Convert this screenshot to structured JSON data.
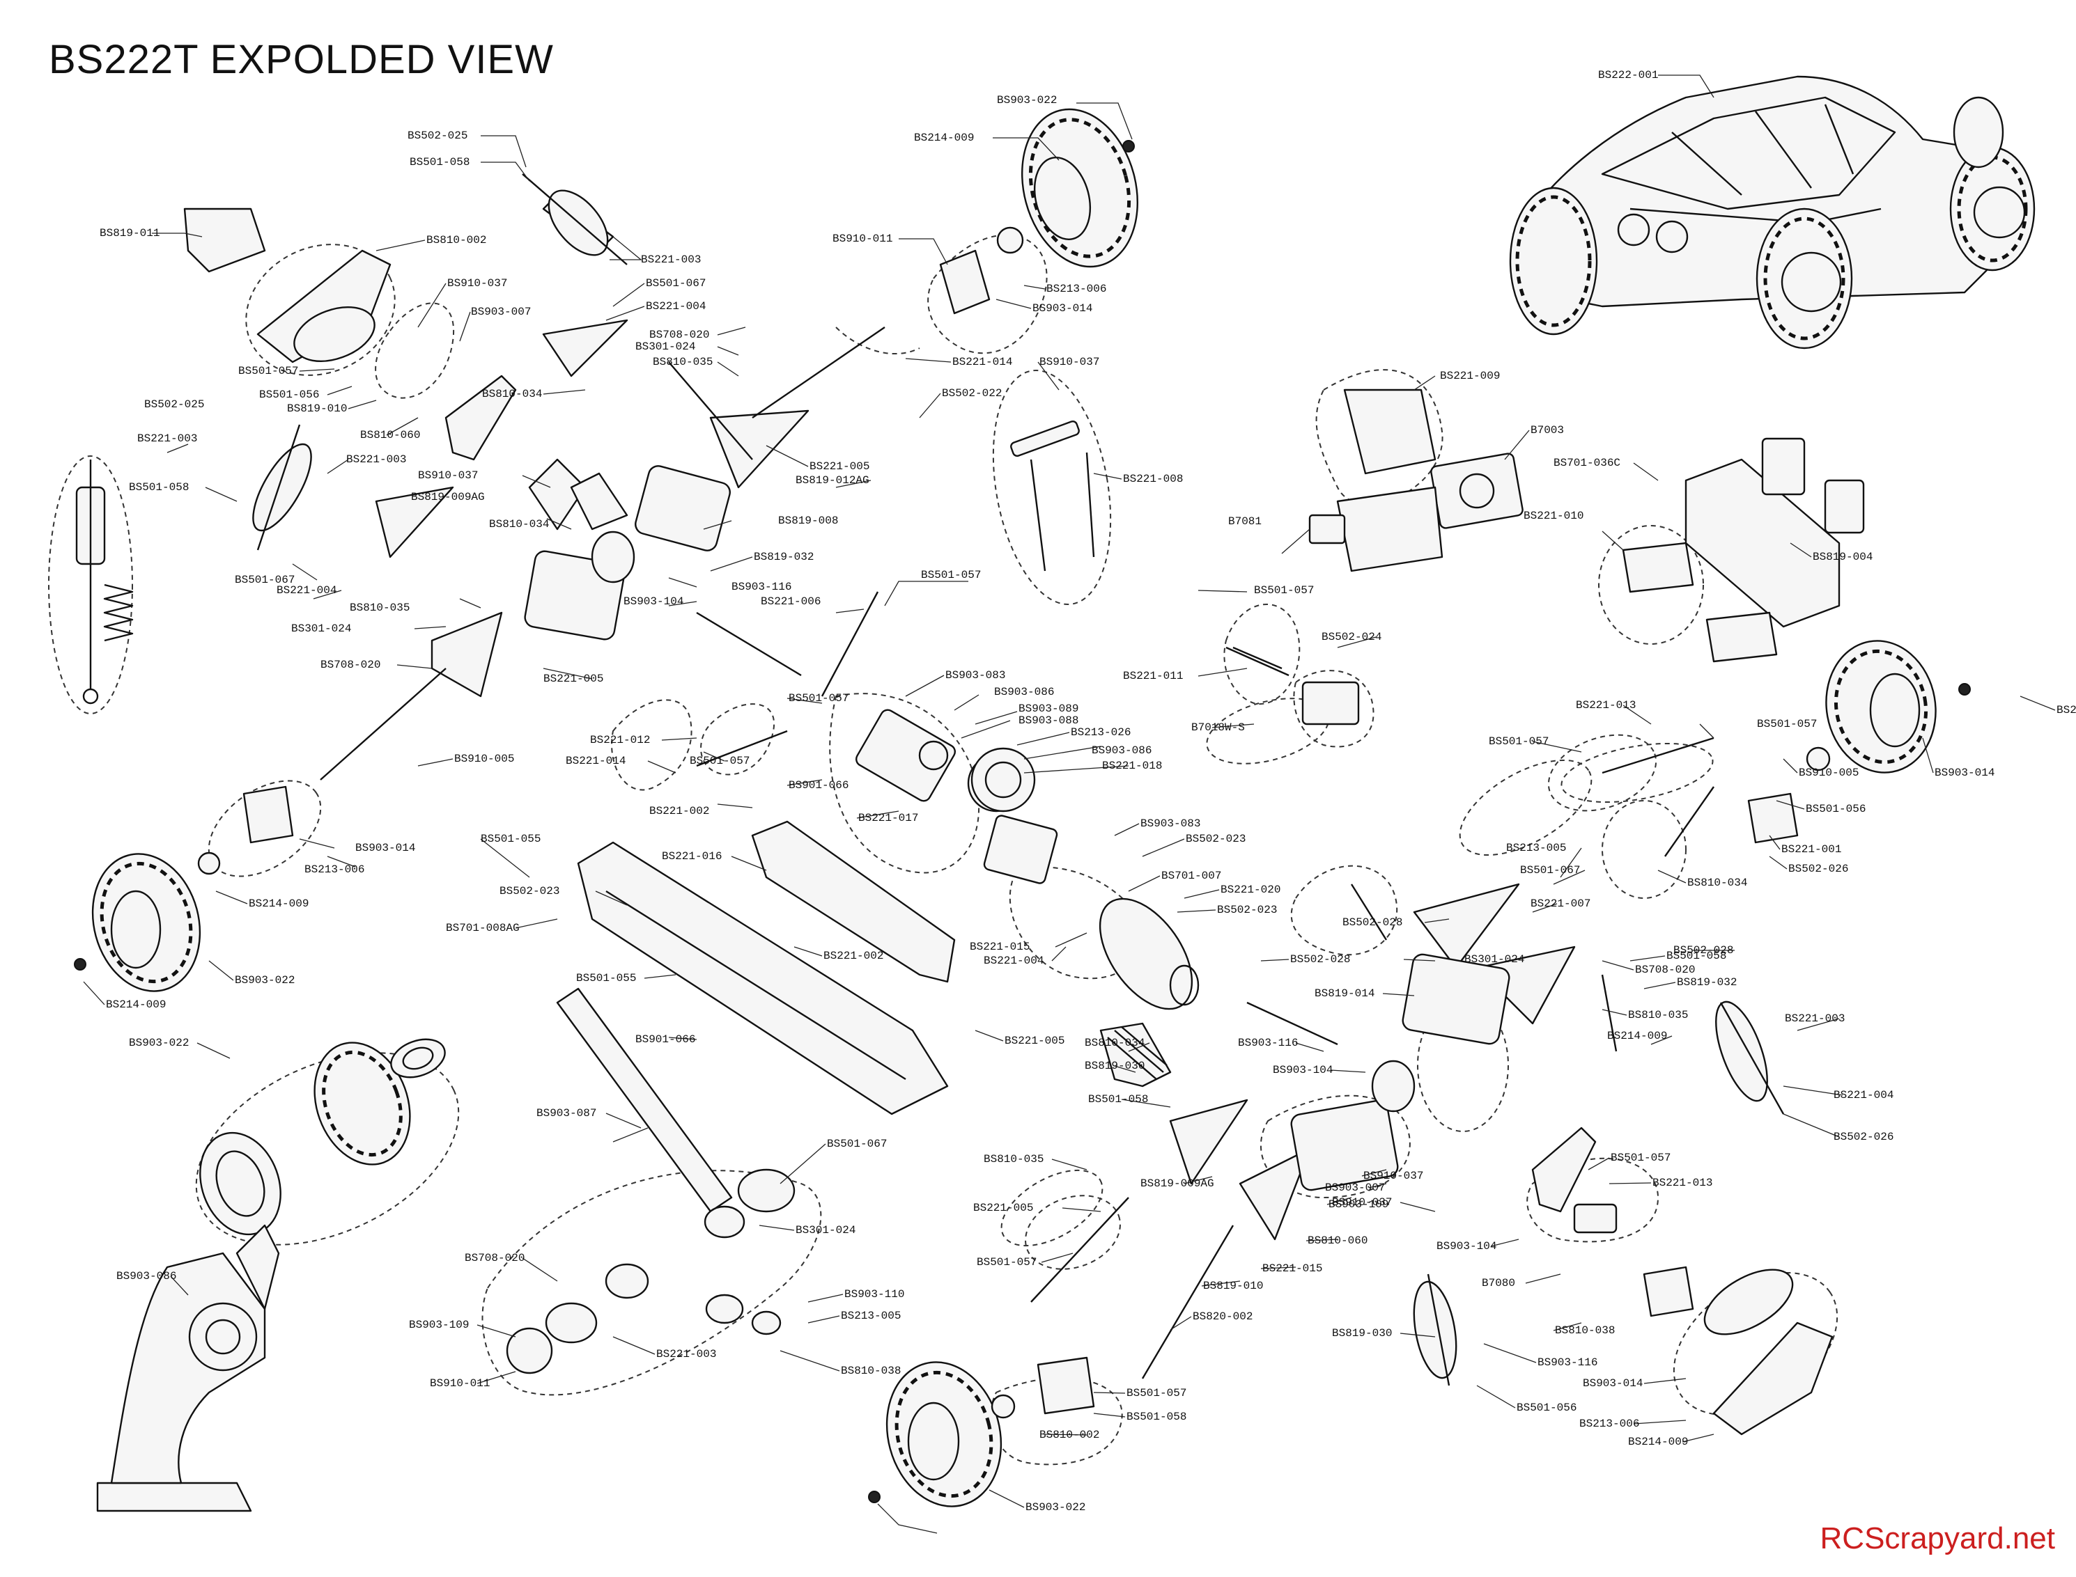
{
  "title": "BS222T EXPOLDED VIEW",
  "watermark": "RCScrapyard.net",
  "labels": [
    {
      "text": "BS903-022"
    },
    {
      "text": "BS214-009"
    },
    {
      "text": "BS502-025"
    },
    {
      "text": "BS501-058"
    },
    {
      "text": "BS221-003"
    },
    {
      "text": "BS819-011"
    },
    {
      "text": "BS810-002"
    },
    {
      "text": "BS910-037"
    },
    {
      "text": "BS903-007"
    },
    {
      "text": "BS501-067"
    },
    {
      "text": "BS221-004"
    },
    {
      "text": "BS708-020"
    },
    {
      "text": "BS301-024"
    },
    {
      "text": "BS810-035"
    },
    {
      "text": "BS910-011"
    },
    {
      "text": "BS213-006"
    },
    {
      "text": "BS903-014"
    },
    {
      "text": "BS221-014"
    },
    {
      "text": "BS910-037"
    },
    {
      "text": "BS222-001"
    },
    {
      "text": "BS501-057"
    },
    {
      "text": "BS501-056"
    },
    {
      "text": "BS819-010"
    },
    {
      "text": "BS810-060"
    },
    {
      "text": "BS810-034"
    },
    {
      "text": "BS502-022"
    },
    {
      "text": "BS221-005"
    },
    {
      "text": "BS819-012AG"
    },
    {
      "text": "BS221-008"
    },
    {
      "text": "BS221-009"
    },
    {
      "text": "B7003"
    },
    {
      "text": "BS701-036C"
    },
    {
      "text": "BS502-025"
    },
    {
      "text": "BS221-003"
    },
    {
      "text": "BS221-003"
    },
    {
      "text": "BS501-058"
    },
    {
      "text": "BS910-037"
    },
    {
      "text": "BS819-009AG"
    },
    {
      "text": "BS810-034"
    },
    {
      "text": "BS819-008"
    },
    {
      "text": "BS819-032"
    },
    {
      "text": "BS221-010"
    },
    {
      "text": "B7081"
    },
    {
      "text": "BS819-004"
    },
    {
      "text": "BS501-067"
    },
    {
      "text": "BS221-004"
    },
    {
      "text": "BS903-116"
    },
    {
      "text": "BS903-104"
    },
    {
      "text": "BS221-006"
    },
    {
      "text": "BS501-057"
    },
    {
      "text": "BS501-057"
    },
    {
      "text": "BS502-024"
    },
    {
      "text": "BS810-035"
    },
    {
      "text": "BS301-024"
    },
    {
      "text": "BS708-020"
    },
    {
      "text": "BS221-005"
    },
    {
      "text": "BS903-083"
    },
    {
      "text": "BS903-086"
    },
    {
      "text": "BS903-089"
    },
    {
      "text": "BS903-088"
    },
    {
      "text": "BS213-026"
    },
    {
      "text": "BS903-086"
    },
    {
      "text": "BS221-018"
    },
    {
      "text": "BS221-011"
    },
    {
      "text": "B7018W-S"
    },
    {
      "text": "BS502-028"
    },
    {
      "text": "BS221-013"
    },
    {
      "text": "BS501-057"
    },
    {
      "text": "BS501-057"
    },
    {
      "text": "BS221-012"
    },
    {
      "text": "BS221-014"
    },
    {
      "text": "BS501-057"
    },
    {
      "text": "BS501-057"
    },
    {
      "text": "BS901-066"
    },
    {
      "text": "BS221-017"
    },
    {
      "text": "BS221-002"
    },
    {
      "text": "BS910-005"
    },
    {
      "text": "BS903-014"
    },
    {
      "text": "BS213-006"
    },
    {
      "text": "BS214-009"
    },
    {
      "text": "BS903-022"
    },
    {
      "text": "BS214-009"
    },
    {
      "text": "BS903-022"
    },
    {
      "text": "BS213-006"
    },
    {
      "text": "BS903-014"
    },
    {
      "text": "BS910-005"
    },
    {
      "text": "BS501-056"
    },
    {
      "text": "BS221-001"
    },
    {
      "text": "BS502-026"
    },
    {
      "text": "BS501-055"
    },
    {
      "text": "BS221-016"
    },
    {
      "text": "BS502-023"
    },
    {
      "text": "BS903-083"
    },
    {
      "text": "BS502-023"
    },
    {
      "text": "BS701-007"
    },
    {
      "text": "BS502-023"
    },
    {
      "text": "BS221-020"
    },
    {
      "text": "BS221-015"
    },
    {
      "text": "BS221-004"
    },
    {
      "text": "BS213-005"
    },
    {
      "text": "BS501-067"
    },
    {
      "text": "BS810-034"
    },
    {
      "text": "BS221-007"
    },
    {
      "text": "BS502-028"
    },
    {
      "text": "BS502-028"
    },
    {
      "text": "BS221-002"
    },
    {
      "text": "BS501-055"
    },
    {
      "text": "BS701-008AG"
    },
    {
      "text": "BS221-005"
    },
    {
      "text": "BS708-020"
    },
    {
      "text": "BS501-058"
    },
    {
      "text": "BS819-032"
    },
    {
      "text": "BS301-024"
    },
    {
      "text": "BS810-035"
    },
    {
      "text": "BS819-014"
    },
    {
      "text": "BS221-003"
    },
    {
      "text": "BS903-116"
    },
    {
      "text": "BS810-034"
    },
    {
      "text": "BS903-104"
    },
    {
      "text": "BS214-009"
    },
    {
      "text": "BS901-066"
    },
    {
      "text": "BS819-030"
    },
    {
      "text": "BS221-004"
    },
    {
      "text": "BS501-058"
    },
    {
      "text": "BS502-026"
    },
    {
      "text": "BS903-087"
    },
    {
      "text": "BS501-067"
    },
    {
      "text": "BS819-009AG"
    },
    {
      "text": "BS910-037"
    },
    {
      "text": "BS903-007"
    },
    {
      "text": "BS501-057"
    },
    {
      "text": "BS810-035"
    },
    {
      "text": "BS910-037"
    },
    {
      "text": "BS221-013"
    },
    {
      "text": "BS221-005"
    },
    {
      "text": "BS903-109"
    },
    {
      "text": "BS301-024"
    },
    {
      "text": "BS810-060"
    },
    {
      "text": "BS903-104"
    },
    {
      "text": "BS708-020"
    },
    {
      "text": "BS221-015"
    },
    {
      "text": "BS501-057"
    },
    {
      "text": "BS819-010"
    },
    {
      "text": "B7080"
    },
    {
      "text": "BS903-086"
    },
    {
      "text": "BS903-110"
    },
    {
      "text": "BS213-005"
    },
    {
      "text": "BS820-002"
    },
    {
      "text": "BS810-038"
    },
    {
      "text": "BS903-109"
    },
    {
      "text": "BS221-003"
    },
    {
      "text": "BS819-030"
    },
    {
      "text": "BS903-116"
    },
    {
      "text": "BS810-038"
    },
    {
      "text": "BS910-011"
    },
    {
      "text": "BS501-057"
    },
    {
      "text": "BS903-014"
    },
    {
      "text": "BS501-058"
    },
    {
      "text": "BS501-056"
    },
    {
      "text": "BS213-006"
    },
    {
      "text": "BS810-002"
    },
    {
      "text": "BS214-009"
    },
    {
      "text": "BS903-022"
    }
  ]
}
